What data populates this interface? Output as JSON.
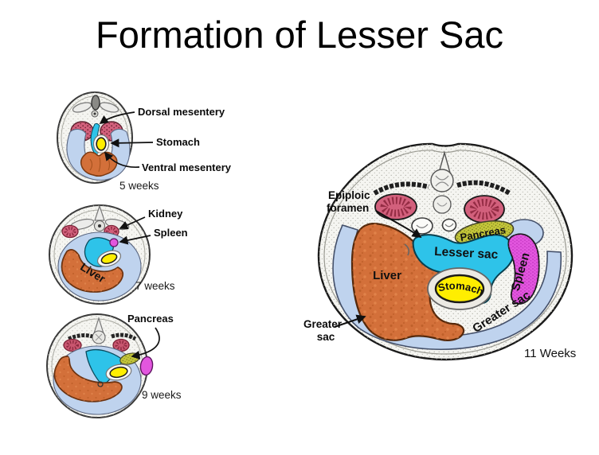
{
  "title": "Formation of Lesser Sac",
  "panels": {
    "week5": {
      "caption": "5 weeks",
      "label_dorsal_mesentery": "Dorsal mesentery",
      "label_stomach": "Stomach",
      "label_ventral_mesentery": "Ventral mesentery"
    },
    "week7": {
      "caption": "7 weeks",
      "label_kidney": "Kidney",
      "label_spleen": "Spleen",
      "text_liver": "Liver"
    },
    "week9": {
      "caption": "9 weeks",
      "label_pancreas": "Pancreas"
    },
    "week11": {
      "caption": "11 Weeks",
      "label_epiploic_line1": "Epiploic",
      "label_epiploic_line2": "foramen",
      "label_greater_sac_line1": "Greater",
      "label_greater_sac_line2": "sac",
      "text_pancreas": "Pancreas",
      "text_lesser_sac": "Lesser sac",
      "text_liver": "Liver",
      "text_stomach": "Stomach",
      "text_spleen": "Spleen",
      "text_greater_sac": "Greater sac"
    }
  },
  "colors": {
    "lesser_sac_cyan": "#2ec3e9",
    "greater_sac_blue": "#bfd3ee",
    "stomach_yellow": "#ffee00",
    "liver_orange": "#d3703a",
    "spleen_magenta": "#e256de",
    "pancreas_olive": "#c5c73a",
    "kidney_pink": "#d2607c",
    "body_fill": "#f5f5f1"
  }
}
